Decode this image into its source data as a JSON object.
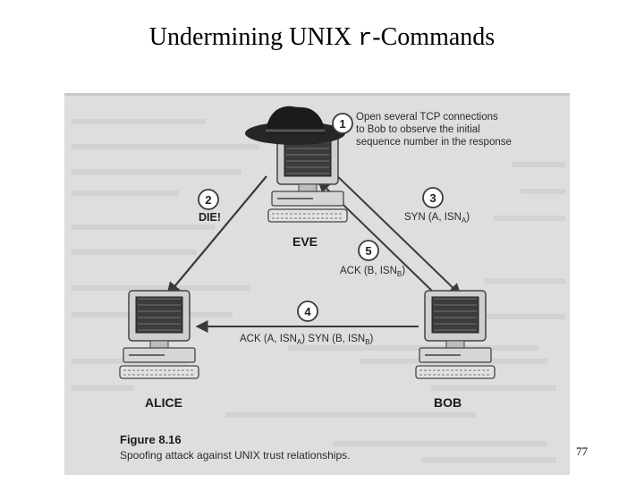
{
  "slide": {
    "title_prefix": "Undermining UNIX ",
    "title_code": "r",
    "title_suffix": "-Commands",
    "page_number": "77"
  },
  "figure": {
    "steps": [
      {
        "num": "1",
        "lines": [
          "Open several TCP connections",
          "to Bob to observe the initial",
          "sequence number in the response"
        ]
      },
      {
        "num": "2",
        "lines": [
          "DIE!"
        ]
      },
      {
        "num": "3",
        "lines": [
          "SYN (A, ISN",
          "A",
          ")"
        ]
      },
      {
        "num": "4",
        "lines": [
          "ACK (A, ISN",
          "A",
          ") SYN (B, ISN",
          "B",
          ")"
        ]
      },
      {
        "num": "5",
        "lines": [
          "ACK (B, ISN",
          "B",
          ")"
        ]
      }
    ],
    "nodes": {
      "eve": "EVE",
      "alice": "ALICE",
      "bob": "BOB"
    },
    "caption_title": "Figure 8.16",
    "caption_text": "Spoofing attack against UNIX trust relationships."
  }
}
